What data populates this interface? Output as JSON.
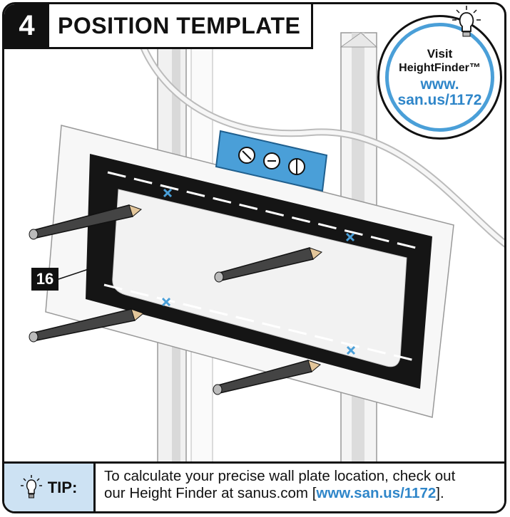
{
  "step": {
    "number": "4",
    "title": "POSITION TEMPLATE"
  },
  "badge": {
    "visit": "Visit",
    "heightfinder": "HeightFinder™",
    "www": "www.",
    "url": "san.us/1172"
  },
  "part_label": "16",
  "tip": {
    "label": "TIP:",
    "line1": "To calculate your precise wall plate location, check out",
    "line2_prefix": "our Height Finder at sanus.com [",
    "link": "www.san.us/1172",
    "line2_suffix": "]."
  },
  "colors": {
    "accent_blue": "#2f86c9",
    "level_blue": "#4a9fd8",
    "tip_bg": "#cde2f3",
    "template_black": "#151515"
  },
  "icons": [
    "lightbulb-icon",
    "pencil-icon",
    "level-icon"
  ]
}
